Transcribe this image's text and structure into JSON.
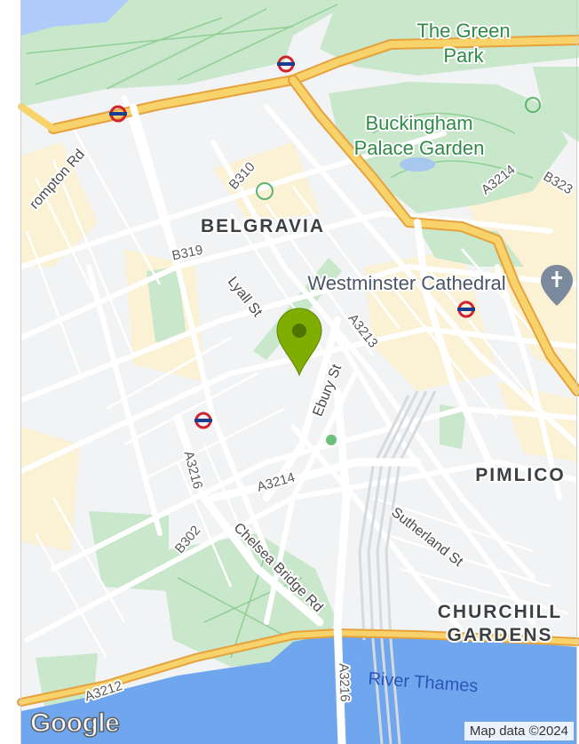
{
  "map": {
    "areas": {
      "belgravia": "BELGRAVIA",
      "pimlico": "PIMLICO",
      "churchill_1": "CHURCHILL",
      "churchill_2": "GARDENS"
    },
    "parks": {
      "green_park_1": "The Green",
      "green_park_2": "Park",
      "buckingham_1": "Buckingham",
      "buckingham_2": "Palace Garden"
    },
    "landmarks": {
      "westminster_cathedral": "Westminster Cathedral"
    },
    "water": {
      "thames": "River Thames"
    },
    "streets": {
      "brompton": "rompton Rd",
      "lyall": "Lyall St",
      "ebury": "Ebury St",
      "sutherland": "Sutherland St",
      "chelsea_bridge": "Chelsea Bridge Rd"
    },
    "road_numbers": {
      "b310": "B310",
      "b319": "B319",
      "a3214_ne": "A3214",
      "b323": "B323",
      "a3213": "A3213",
      "a3216_w": "A3216",
      "a3214_s": "A3214",
      "b302": "B302",
      "a3216_s": "A3216",
      "a3212": "A3212"
    },
    "marker": {
      "color": "#7fae00"
    },
    "colors": {
      "land": "#f1f3f4",
      "park": "#c8e6c9",
      "water": "#5b9cf0",
      "major_road": "#f6c244",
      "road": "#ffffff"
    }
  },
  "attribution": "Map data ©2024",
  "logo": "Google"
}
